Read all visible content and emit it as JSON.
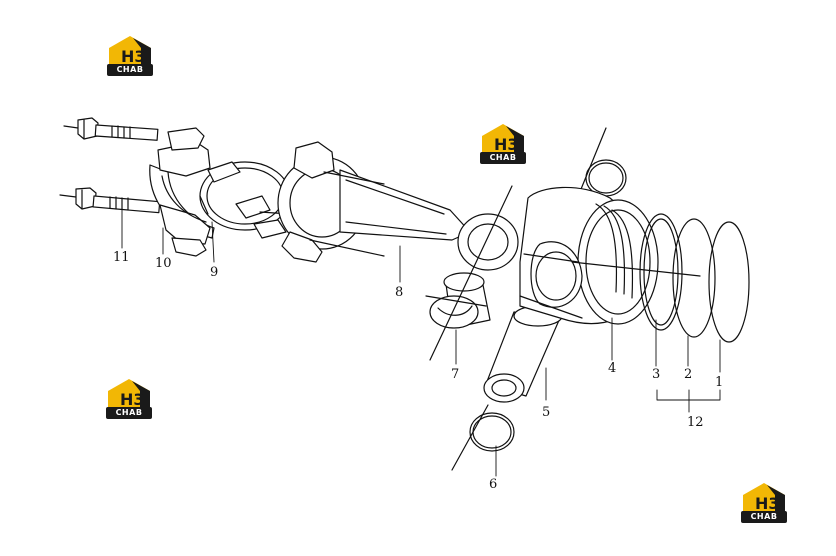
{
  "logo": {
    "mark": "H3",
    "text": "CHAB",
    "colors": {
      "roof": "#f2b705",
      "text_bg": "#1a1a1a",
      "mark": "#1a1a1a"
    }
  },
  "callouts": [
    "1",
    "2",
    "3",
    "4",
    "5",
    "6",
    "7",
    "8",
    "9",
    "10",
    "11",
    "12"
  ],
  "colors": {
    "line": "#111111",
    "background": "#ffffff"
  }
}
